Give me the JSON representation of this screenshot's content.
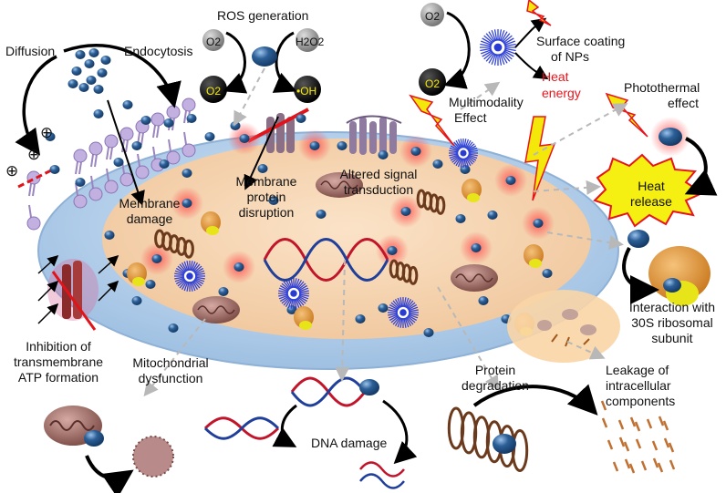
{
  "labels": {
    "diffusion": "Diffusion",
    "endocytosis": "Endocytosis",
    "ros_generation": "ROS generation",
    "o2": "O2",
    "h2o2": "H2O2",
    "superoxide": "O2",
    "hydroxyl": "•OH",
    "np_o2": "O2",
    "np_superoxide": "O2",
    "surface_coating_1": "Surface coating",
    "surface_coating_2": "of  NPs",
    "heat_energy_1": "Heat",
    "heat_energy_2": "energy",
    "multimodality_1": "Multimodality",
    "multimodality_2": "Effect",
    "photothermal_1": "Photothermal",
    "photothermal_2": "effect",
    "heat_release_1": "Heat",
    "heat_release_2": "release",
    "membrane_damage_1": "Membrane",
    "membrane_damage_2": "damage",
    "membrane_protein_1": "Membrane",
    "membrane_protein_2": "protein",
    "membrane_protein_3": "disruption",
    "altered_signal_1": "Altered signal",
    "altered_signal_2": "transduction",
    "inhibition_1": "Inhibition of",
    "inhibition_2": "transmembrane",
    "inhibition_3": "ATP formation",
    "mito_1": "Mitochondrial",
    "mito_2": "dysfunction",
    "dna_damage": "DNA damage",
    "protein_deg_1": "Protein",
    "protein_deg_2": "degradation",
    "leakage_1": "Leakage of",
    "leakage_2": "intracellular",
    "leakage_3": "components",
    "ribosome_1": "Interaction with",
    "ribosome_2": "30S ribosomal",
    "ribosome_3": "subunit",
    "charge_plus": "⊕"
  },
  "colors": {
    "cell_outer": "#b9d4ec",
    "cell_inner": "#f6d7b5",
    "nanoparticle": "#2c5f96",
    "membrane_lipid": "#b9a3d6",
    "bolt": "#f4e80a",
    "heat_text": "#e8141c",
    "dna_red": "#c0152a",
    "dna_blue": "#1f3f9a",
    "protein_coil": "#6b3a1c",
    "mitochondria": "#9a6a66",
    "ribosome_big": "#e3992f",
    "ribosome_small": "#e8e41a"
  }
}
